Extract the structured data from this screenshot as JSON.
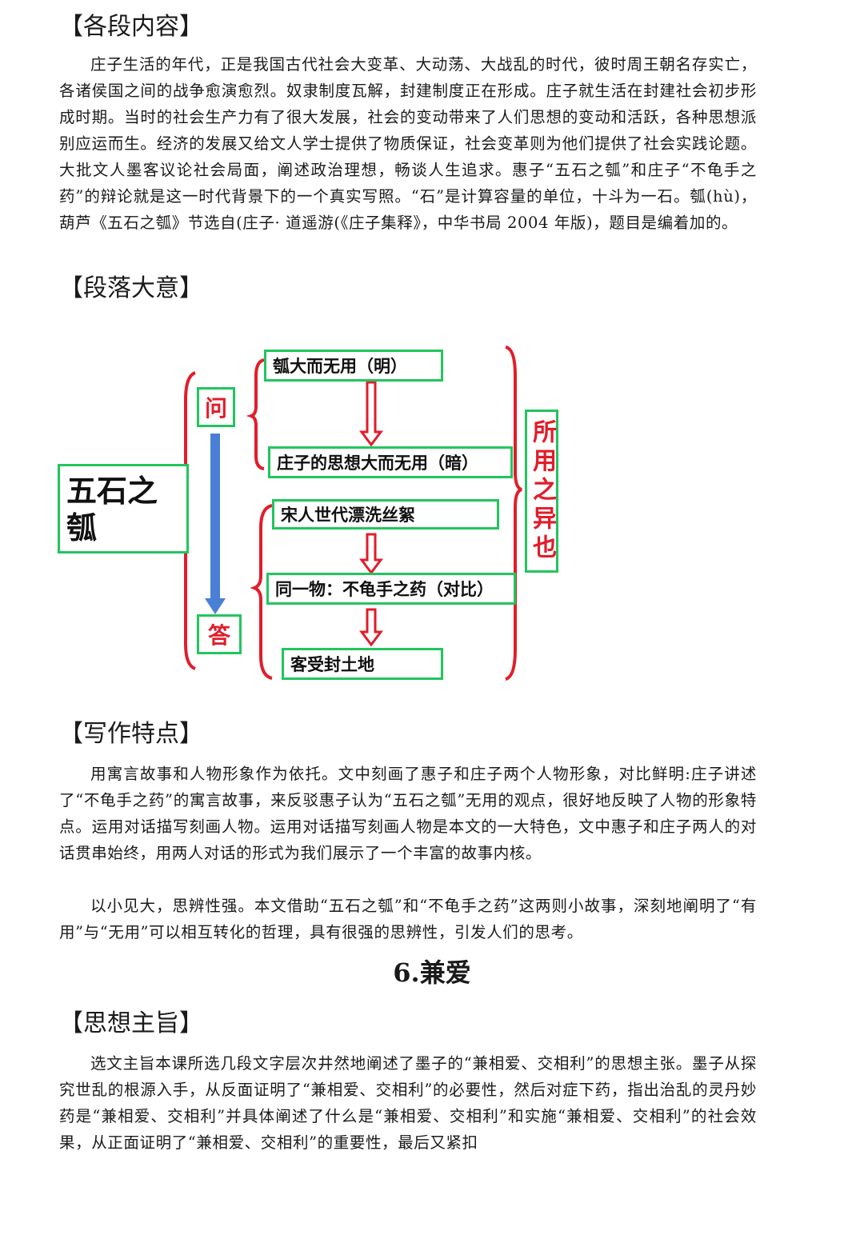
{
  "sections": {
    "content_heading": "【各段内容】",
    "content_text": "庄子生活的年代，正是我国古代社会大变革、大动荡、大战乱的时代，彼时周王朝名存实亡，各诸侯国之间的战争愈演愈烈。奴隶制度瓦解，封建制度正在形成。庄子就生活在封建社会初步形成时期。当时的社会生产力有了很大发展，社会的变动带来了人们思想的变动和活跃，各种思想派别应运而生。经济的发展又给文人学士提供了物质保证，社会变革则为他们提供了社会实践论题。大批文人墨客议论社会局面，阐述政治理想，畅谈人生追求。惠子“五石之瓠”和庄子“不龟手之药”的辩论就是这一时代背景下的一个真实写照。“石”是计算容量的单位，十斗为一石。瓠(hù)，葫芦《五石之瓠》节选自(庄子· 道遥游(《庄子集释》，中华书局 2004 年版)，题目是编着加的。",
    "summary_heading": "【段落大意】",
    "writing_heading": "【写作特点】",
    "writing_p1": "用寓言故事和人物形象作为依托。文中刻画了惠子和庄子两个人物形象，对比鲜明:庄子讲述了“不龟手之药”的寓言故事，来反驳惠子认为“五石之瓠”无用的观点，很好地反映了人物的形象特点。运用对话描写刻画人物。运用对话描写刻画人物是本文的一大特色，文中惠子和庄子两人的对话贯串始终，用两人对话的形式为我们展示了一个丰富的故事内核。",
    "writing_p2": "以小见大，思辨性强。本文借助“五石之瓠”和“不龟手之药”这两则小故事，深刻地阐明了“有用”与“无用”可以相互转化的哲理，具有很强的思辨性，引发人们的思考。",
    "lesson_title": "6.兼爱",
    "theme_heading": "【思想主旨】",
    "theme_text": "选文主旨本课所选几段文字层次井然地阐述了墨子的“兼相爱、交相利”的思想主张。墨子从探究世乱的根源入手，从反面证明了“兼相爱、交相利”的必要性，然后对症下药，指出治乱的灵丹妙药是“兼相爱、交相利”并具体阐述了什么是“兼相爱、交相利”和实施“兼相爱、交相利”的社会效果，从正面证明了“兼相爱、交相利”的重要性，最后又紧扣"
  },
  "diagram": {
    "root": "五石之瓠",
    "ask": "问",
    "answer": "答",
    "right_label": "所用之异也",
    "nodes": [
      "瓠大而无用（明）",
      "庄子的思想大而无用（暗）",
      "宋人世代漂洗丝絮",
      "同一物：不龟手之药（对比）",
      "客受封土地"
    ],
    "colors": {
      "box_border": "#22c55e",
      "bracket": "#e11d2a",
      "arrow_blue": "#4a7fd6",
      "label_red": "#e11d2a"
    }
  }
}
